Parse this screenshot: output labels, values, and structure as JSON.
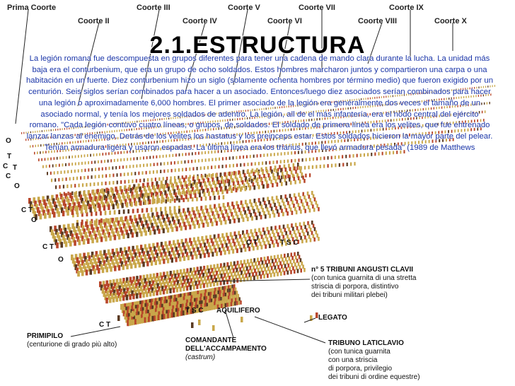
{
  "slide": {
    "title": "2.1.ESTRUCTURA",
    "body": "La legión romana fue descompuesta en grupos diferentes para tener una cadena de mando clara durante la lucha. La unidad más baja era el conturbenium, que era un grupo de ocho soldados. Estos hombres marcharon juntos y compartieron una carpa o una habitación en un fuerte. Diez conturbenium hizo un siglo (solamente ochenta hombres por término medio) que fueron exigido por un centurión. Seis siglos serían combinados para hacer a un asociado. Entonces/luego diez asociados serían combinados para hacer una legión o aproximadamente 6,000 hombres. El primer asociado de la legión era generalmente dos veces el tamaño de un asociado normal, y tenía los mejores soldados de adentro. La legión, all de el más infantería, era el nodo central del ejército romano. \"Cada legión contuvo cuatro líneas, o grupos, de soldados. El soldado de primera línea era los velites, que fue entrenado lanzar lanzas al enemigo. Detrás de los velites los hastatus y los preinceps estar. Estos soldados hicieron la mayor parte del pelear. Tenían armadura ligera y usaron espadas. La última línea era los triarius, que llevó armadura pesada\" (1989 de Matthews"
  },
  "diagram": {
    "cohorts": [
      "Prima Coorte",
      "Coorte II",
      "Coorte III",
      "Coorte IV",
      "Coorte V",
      "Coorte VI",
      "Coorte VII",
      "Coorte VIII",
      "Coorte IX",
      "Coorte X"
    ],
    "rank_letters": {
      "left_1": "O",
      "left_2": "T",
      "left_3": "C",
      "left_4": "T",
      "left_5": "C",
      "left_6": "O",
      "row_ct_1": "C T",
      "row_o_1": "O",
      "row_ct_2": "C T",
      "row_o_2": "O",
      "mid_ct": "C T",
      "mid_tsc": "T S C",
      "bottom_tsc": "T  S  C",
      "prim_ct": "C T"
    },
    "annotations": {
      "tribuni": {
        "title": "n° 5 TRIBUNI ANGUSTI CLAVII",
        "line1": "(con tunica guarnita di una stretta",
        "line2": "striscia di porpora, distintivo",
        "line3": "dei tribuni militari plebei)"
      },
      "aquilifero": "AQUILIFERO",
      "legato": "LEGATO",
      "primipilo": {
        "title": "PRIMIPILO",
        "sub": "(centurione di grado più alto)"
      },
      "comandante": {
        "line1": "COMANDANTE",
        "line2": "DELL'ACCAMPAMENTO",
        "sub": "(castrum)"
      },
      "laticlavio": {
        "title": "TRIBUNO LATICLAVIO",
        "line1": "(con tunica guarnita",
        "line2": "con una striscia",
        "line3": "di porpora, privilegio",
        "line4": "dei tribuni di ordine equestre)"
      }
    },
    "colors": {
      "soldier_red": "#b8462a",
      "soldier_gold": "#c9a74a",
      "soldier_dark": "#5a3a22",
      "line": "#222222",
      "body_text": "#1a35a8"
    }
  }
}
